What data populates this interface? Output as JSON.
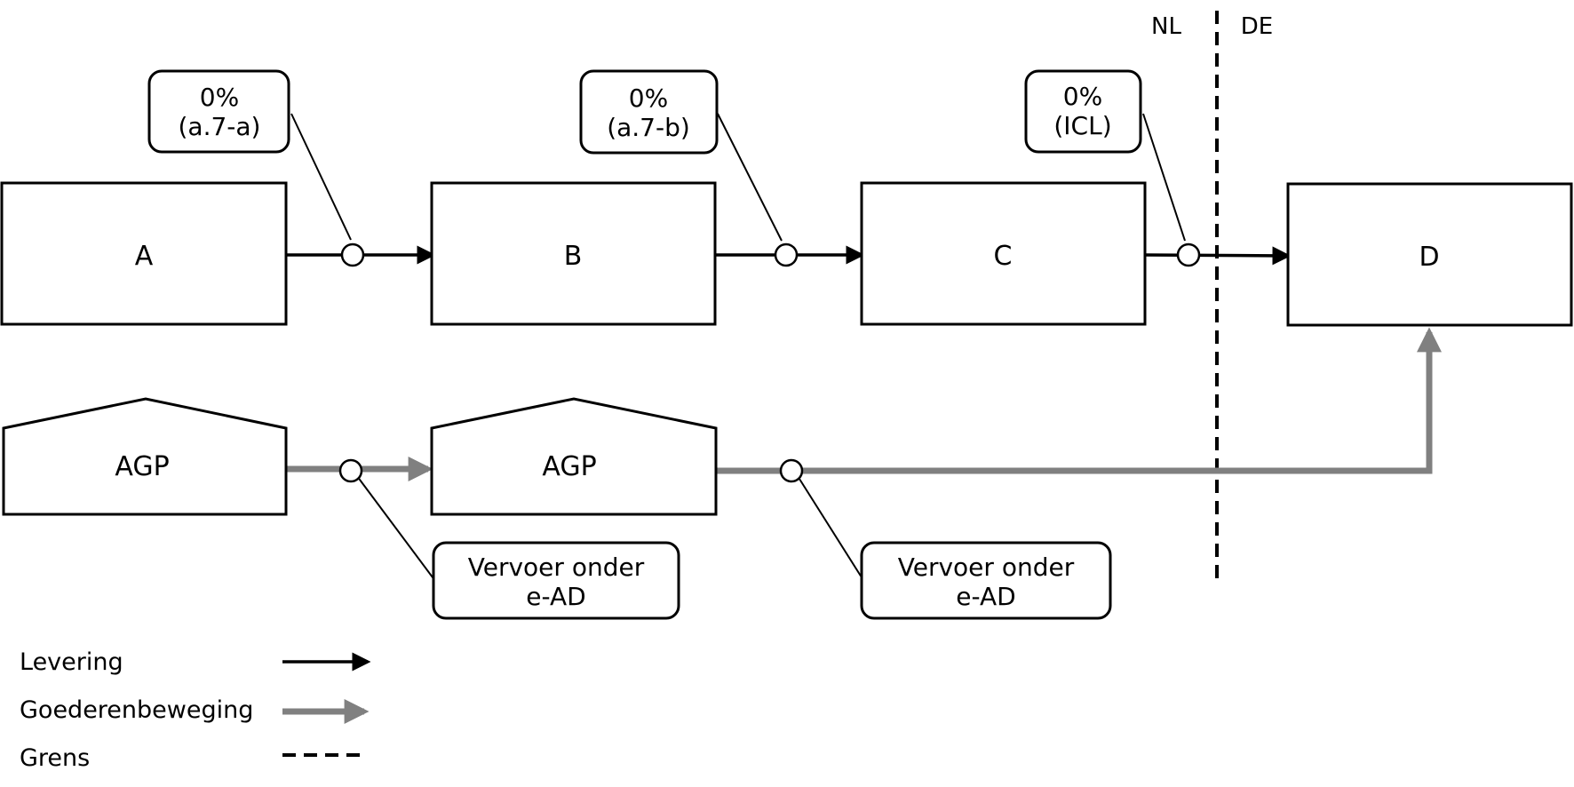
{
  "border": {
    "left_label": "NL",
    "right_label": "DE"
  },
  "parties": [
    {
      "id": "A",
      "label": "A"
    },
    {
      "id": "B",
      "label": "B"
    },
    {
      "id": "C",
      "label": "C"
    },
    {
      "id": "D",
      "label": "D"
    }
  ],
  "warehouses": [
    {
      "label": "AGP"
    },
    {
      "label": "AGP"
    }
  ],
  "supply_callouts": [
    {
      "line1": "0%",
      "line2": "(a.7-a)"
    },
    {
      "line1": "0%",
      "line2": "(a.7-b)"
    },
    {
      "line1": "0%",
      "line2": "(ICL)"
    }
  ],
  "transport_callouts": [
    {
      "line1": "Vervoer onder",
      "line2": "e-AD"
    },
    {
      "line1": "Vervoer onder",
      "line2": "e-AD"
    }
  ],
  "legend": [
    {
      "label": "Levering",
      "style": "black-arrow"
    },
    {
      "label": "Goederenbeweging",
      "style": "gray-arrow"
    },
    {
      "label": "Grens",
      "style": "dashed-line"
    }
  ],
  "colors": {
    "supply": "#000000",
    "goods_movement": "#808080",
    "border": "#000000"
  }
}
